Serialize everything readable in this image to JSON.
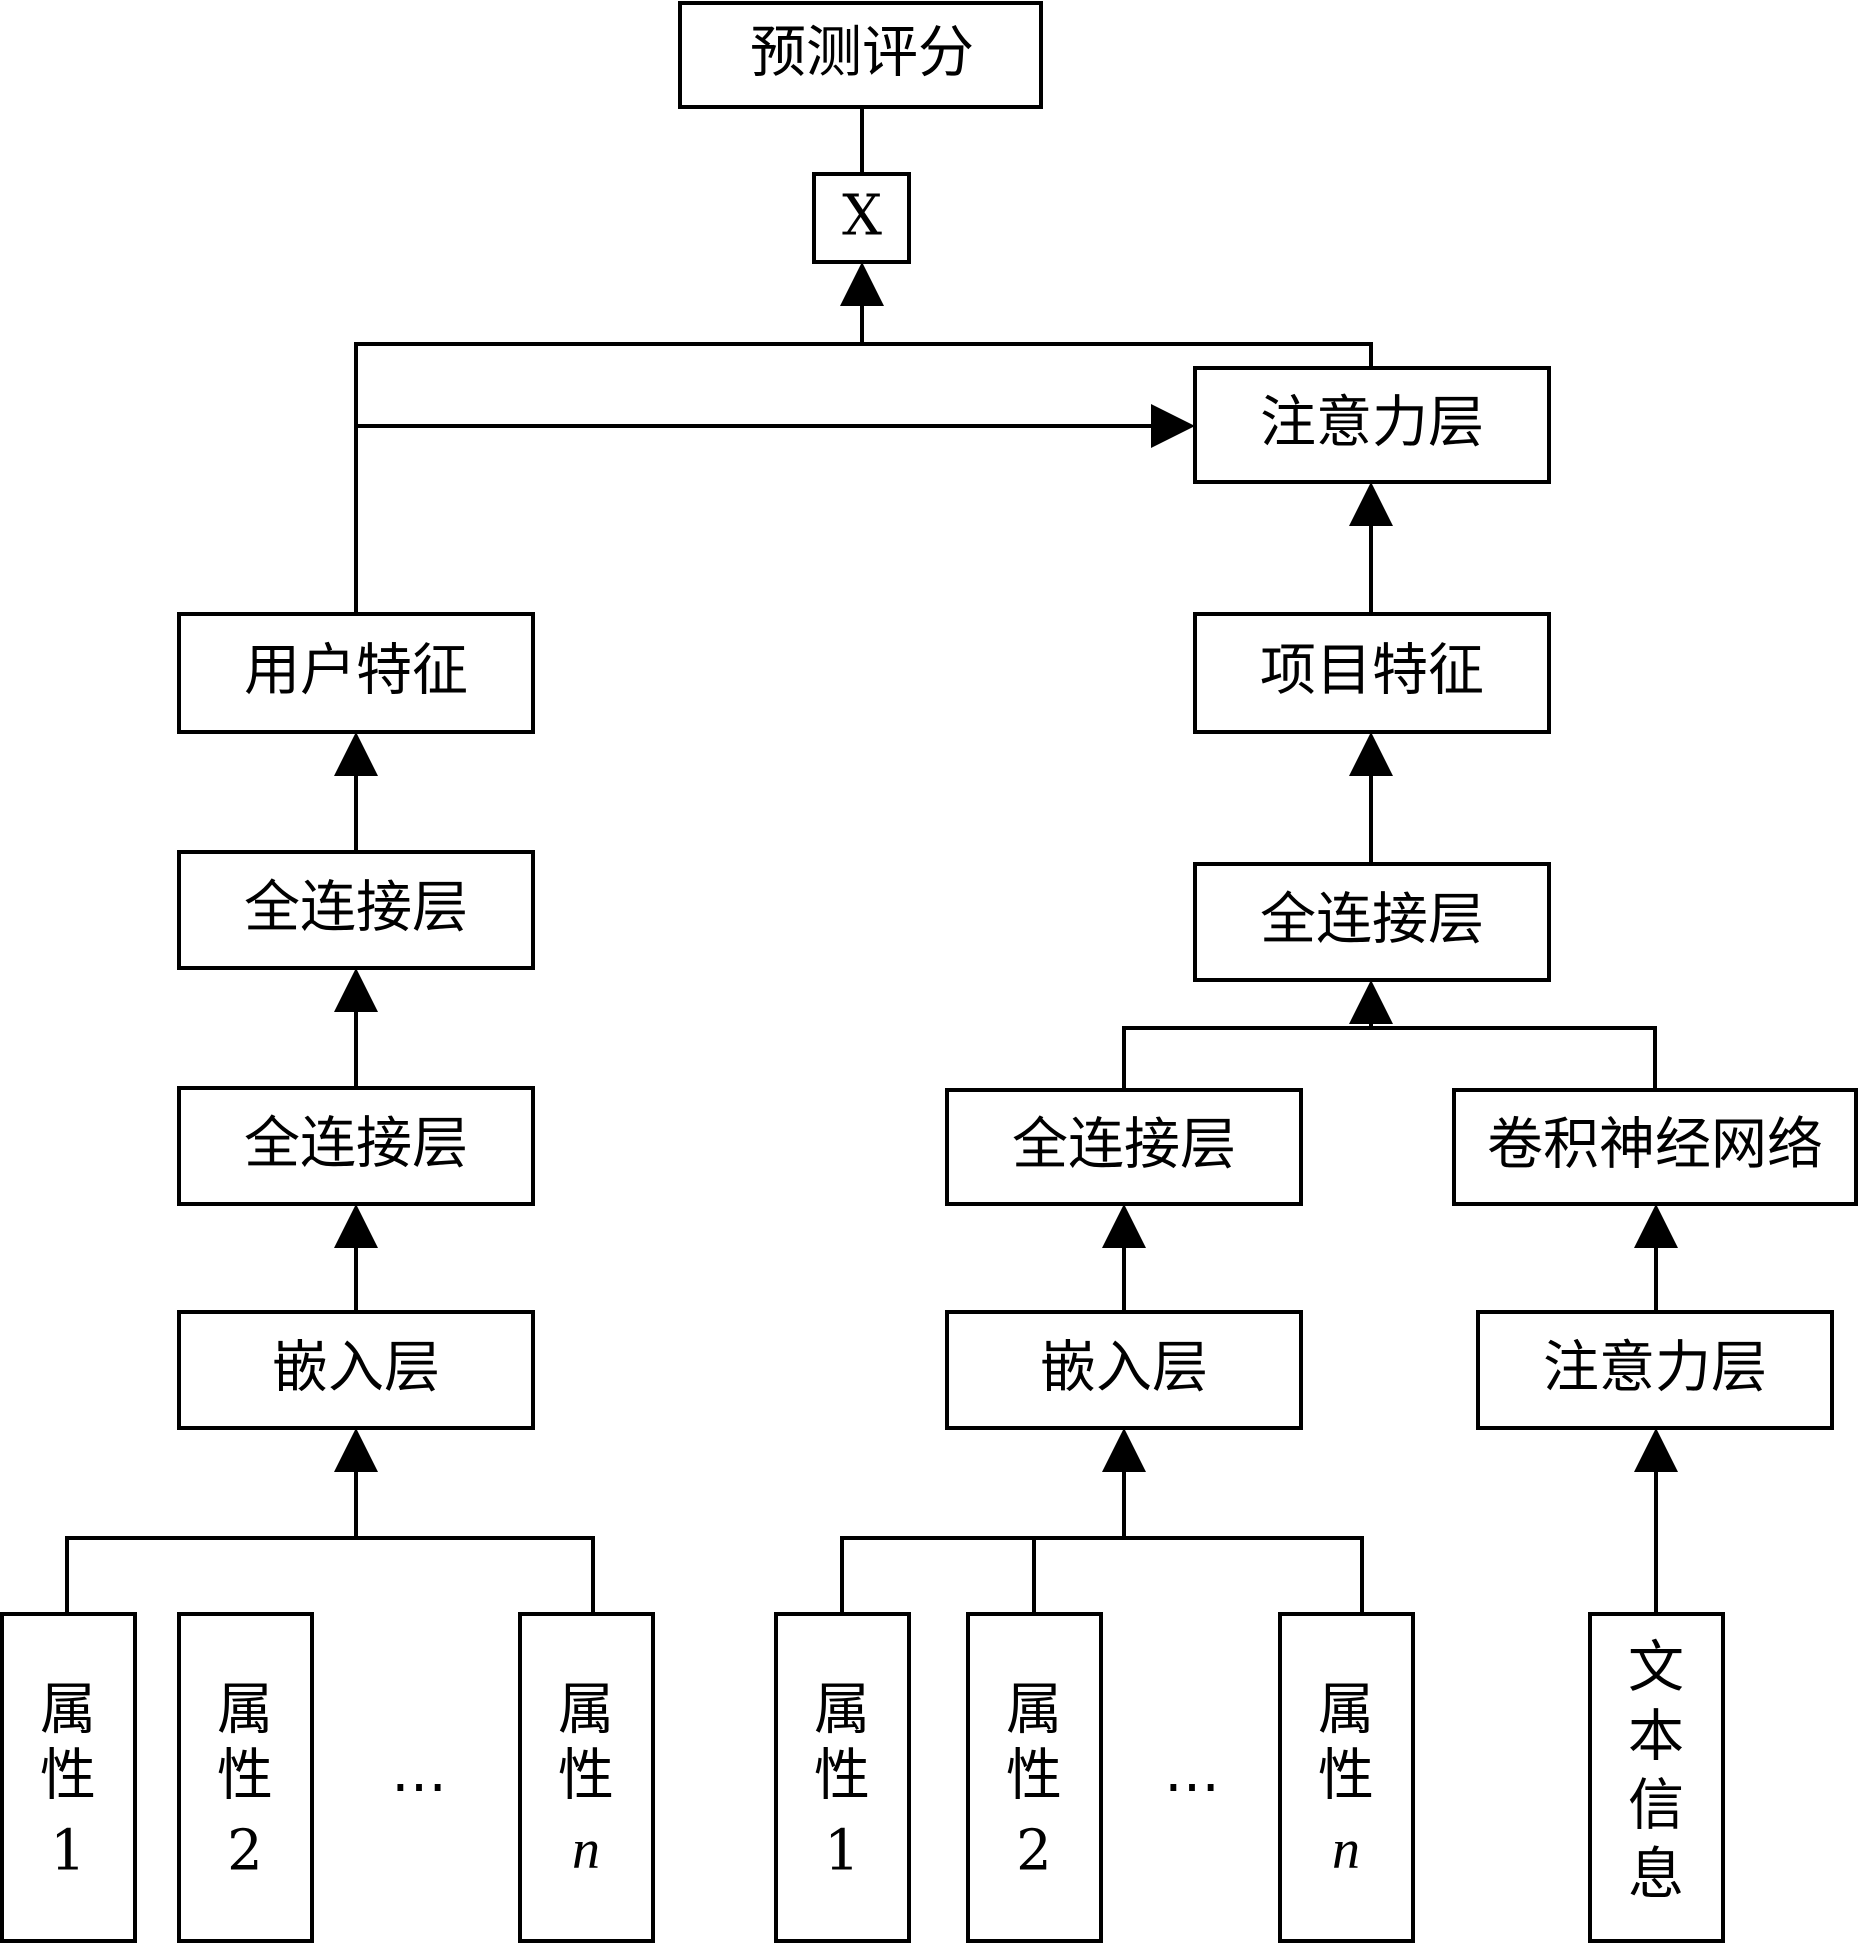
{
  "nodes": {
    "prediction": "预测评分",
    "multiply": "X",
    "attention_top": "注意力层",
    "user_feature": "用户特征",
    "item_feature": "项目特征",
    "user_fc2": "全连接层",
    "user_fc1": "全连接层",
    "item_fc": "全连接层",
    "item_attr_fc": "全连接层",
    "cnn": "卷积神经网络",
    "user_embed": "嵌入层",
    "item_embed": "嵌入层",
    "attention_text": "注意力层"
  },
  "user_attrs": [
    {
      "lines": [
        "属",
        "性",
        "1"
      ],
      "italic_last": false
    },
    {
      "lines": [
        "属",
        "性",
        "2"
      ],
      "italic_last": false
    },
    {
      "lines": [
        "属",
        "性",
        "n"
      ],
      "italic_last": true
    }
  ],
  "item_attrs": [
    {
      "lines": [
        "属",
        "性",
        "1"
      ],
      "italic_last": false
    },
    {
      "lines": [
        "属",
        "性",
        "2"
      ],
      "italic_last": false
    },
    {
      "lines": [
        "属",
        "性",
        "n"
      ],
      "italic_last": true
    }
  ],
  "ellipsis": "…",
  "text_info": [
    "文",
    "本",
    "信",
    "息"
  ]
}
